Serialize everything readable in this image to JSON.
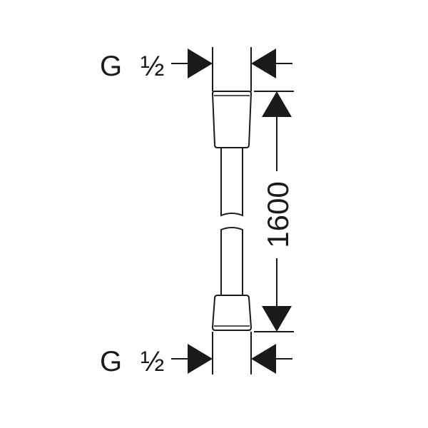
{
  "thread_top": {
    "letter": "G",
    "size": "½"
  },
  "thread_bottom": {
    "letter": "G",
    "size": "½"
  },
  "length_dimension": "1600",
  "colors": {
    "ink": "#1a1a1a",
    "background": "#ffffff"
  }
}
